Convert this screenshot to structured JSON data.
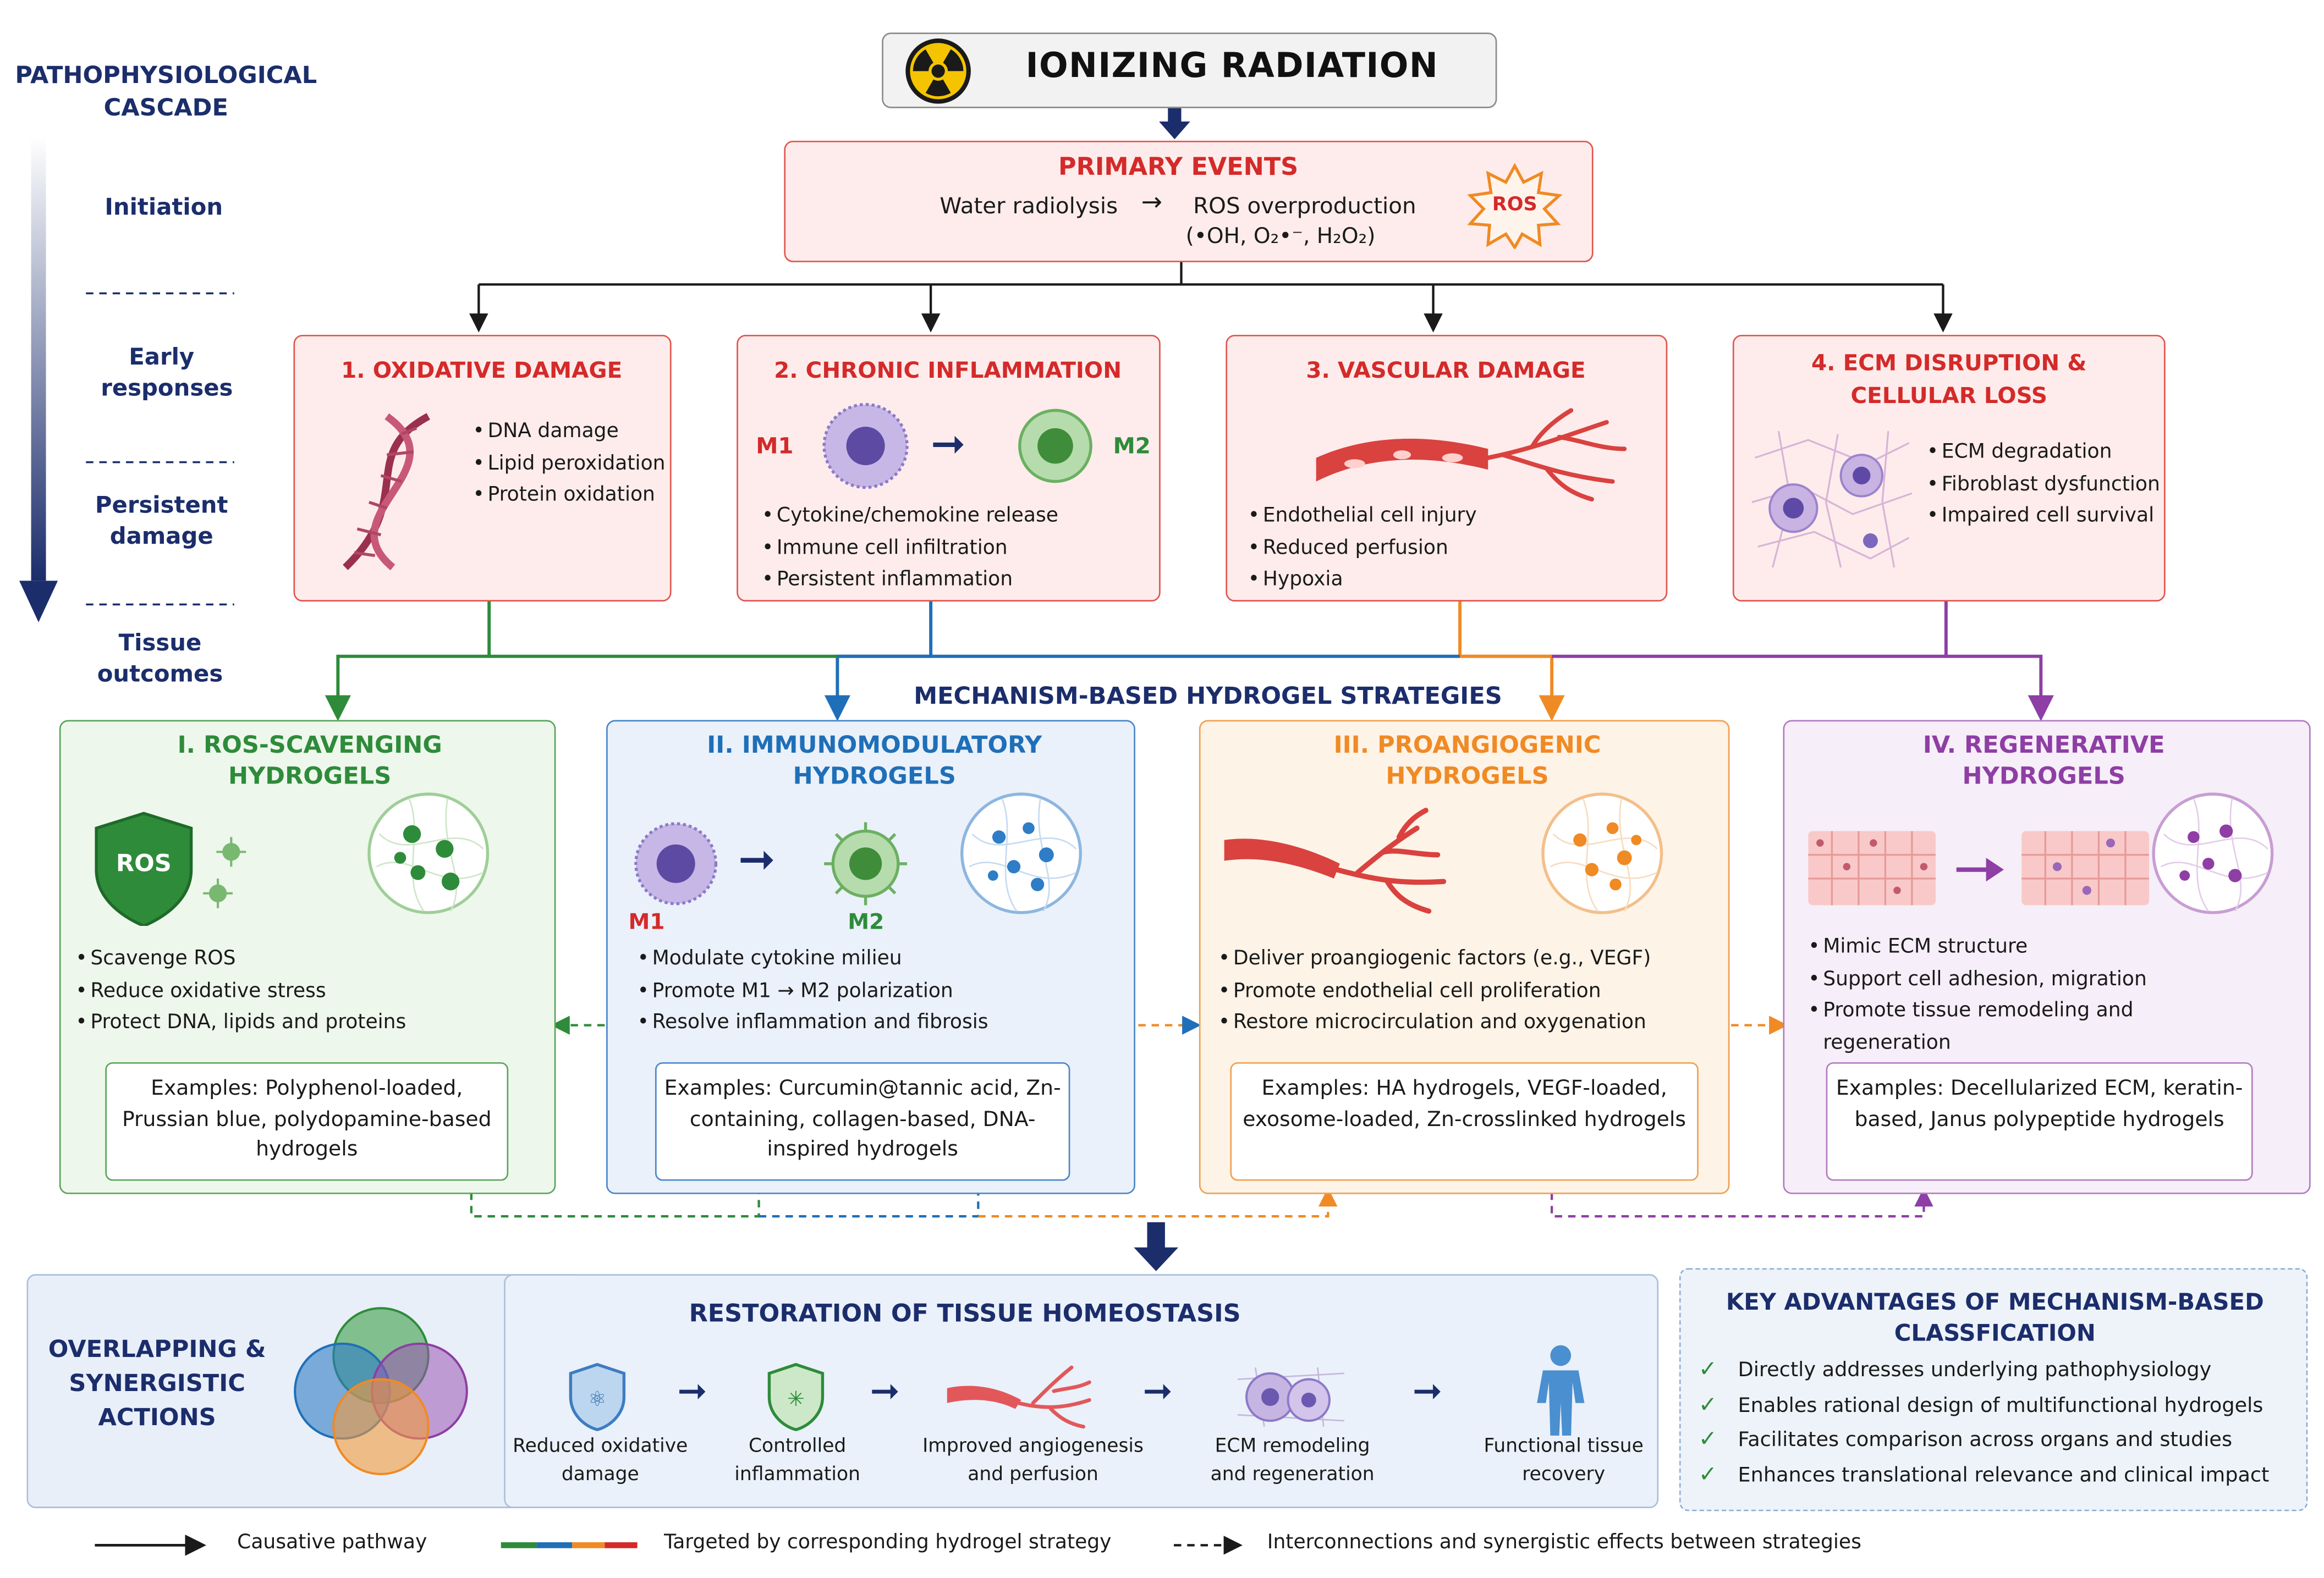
{
  "cascade": {
    "title": "PATHOPHYSIOLOGICAL CASCADE",
    "stages": [
      "Initiation",
      "Early responses",
      "Persistent damage",
      "Tissue outcomes"
    ]
  },
  "header": {
    "title": "IONIZING RADIATION"
  },
  "primary": {
    "title": "PRIMARY EVENTS",
    "left": "Water radiolysis",
    "right": "ROS overproduction",
    "species": "(•OH, O₂•⁻, H₂O₂)",
    "badge": "ROS"
  },
  "damage": [
    {
      "title": "1. OXIDATIVE DAMAGE",
      "bullets": [
        "DNA damage",
        "Lipid peroxidation",
        "Protein oxidation"
      ]
    },
    {
      "title": "2. CHRONIC INFLAMMATION",
      "m1": "M1",
      "m2": "M2",
      "bullets": [
        "Cytokine/chemokine release",
        "Immune cell infiltration",
        "Persistent inflammation"
      ]
    },
    {
      "title": "3. VASCULAR DAMAGE",
      "bullets": [
        "Endothelial cell injury",
        "Reduced perfusion",
        "Hypoxia"
      ]
    },
    {
      "title": "4. ECM DISRUPTION & CELLULAR LOSS",
      "bullets": [
        "ECM degradation",
        "Fibroblast dysfunction",
        "Impaired cell survival"
      ]
    }
  ],
  "strategies_title": "MECHANISM-BASED HYDROGEL STRATEGIES",
  "strategies": [
    {
      "title": "I. ROS-SCAVENGING HYDROGELS",
      "badge": "ROS",
      "bullets": [
        "Scavenge ROS",
        "Reduce oxidative stress",
        "Protect DNA, lipids and proteins"
      ],
      "examples": "Examples: Polyphenol-loaded, Prussian blue, polydopamine-based hydrogels"
    },
    {
      "title": "II. IMMUNOMODULATORY HYDROGELS",
      "m1": "M1",
      "m2": "M2",
      "bullets": [
        "Modulate cytokine milieu",
        "Promote M1 → M2 polarization",
        "Resolve inflammation and fibrosis"
      ],
      "examples": "Examples: Curcumin@tannic acid, Zn-containing, collagen-based, DNA-inspired hydrogels"
    },
    {
      "title": "III. PROANGIOGENIC HYDROGELS",
      "bullets": [
        "Deliver proangiogenic factors (e.g., VEGF)",
        "Promote endothelial cell proliferation",
        "Restore microcirculation and oxygenation"
      ],
      "examples": "Examples: HA hydrogels, VEGF-loaded, exosome-loaded, Zn-crosslinked hydrogels"
    },
    {
      "title": "IV. REGENERATIVE HYDROGELS",
      "bullets": [
        "Mimic ECM structure",
        "Support cell adhesion, migration",
        "Promote tissue remodeling and regeneration"
      ],
      "examples": "Examples: Decellularized ECM, keratin-based, Janus polypeptide hydrogels"
    }
  ],
  "overlap": {
    "title": "OVERLAPPING & SYNERGISTIC ACTIONS"
  },
  "restoration": {
    "title": "RESTORATION OF TISSUE HOMEOSTASIS",
    "steps": [
      "Reduced oxidative damage",
      "Controlled inflammation",
      "Improved angiogenesis and perfusion",
      "ECM remodeling and regeneration",
      "Functional tissue recovery"
    ]
  },
  "advantages": {
    "title": "KEY ADVANTAGES OF MECHANISM-BASED CLASSFICATION",
    "check": "✓",
    "items": [
      "Directly addresses underlying pathophysiology",
      "Enables rational design of multifunctional hydrogels",
      "Facilitates comparison across organs and studies",
      "Enhances translational relevance and clinical impact"
    ]
  },
  "legend": {
    "causative": "Causative pathway",
    "targeted": "Targeted by corresponding hydrogel strategy",
    "interconnect": "Interconnections and synergistic effects between strategies"
  },
  "colors": {
    "red": "#d42a2a",
    "green": "#2e8b3a",
    "blue": "#1f6fb8",
    "orange": "#f08a24",
    "purple": "#8e3ea4",
    "navy": "#1b2d6b"
  }
}
